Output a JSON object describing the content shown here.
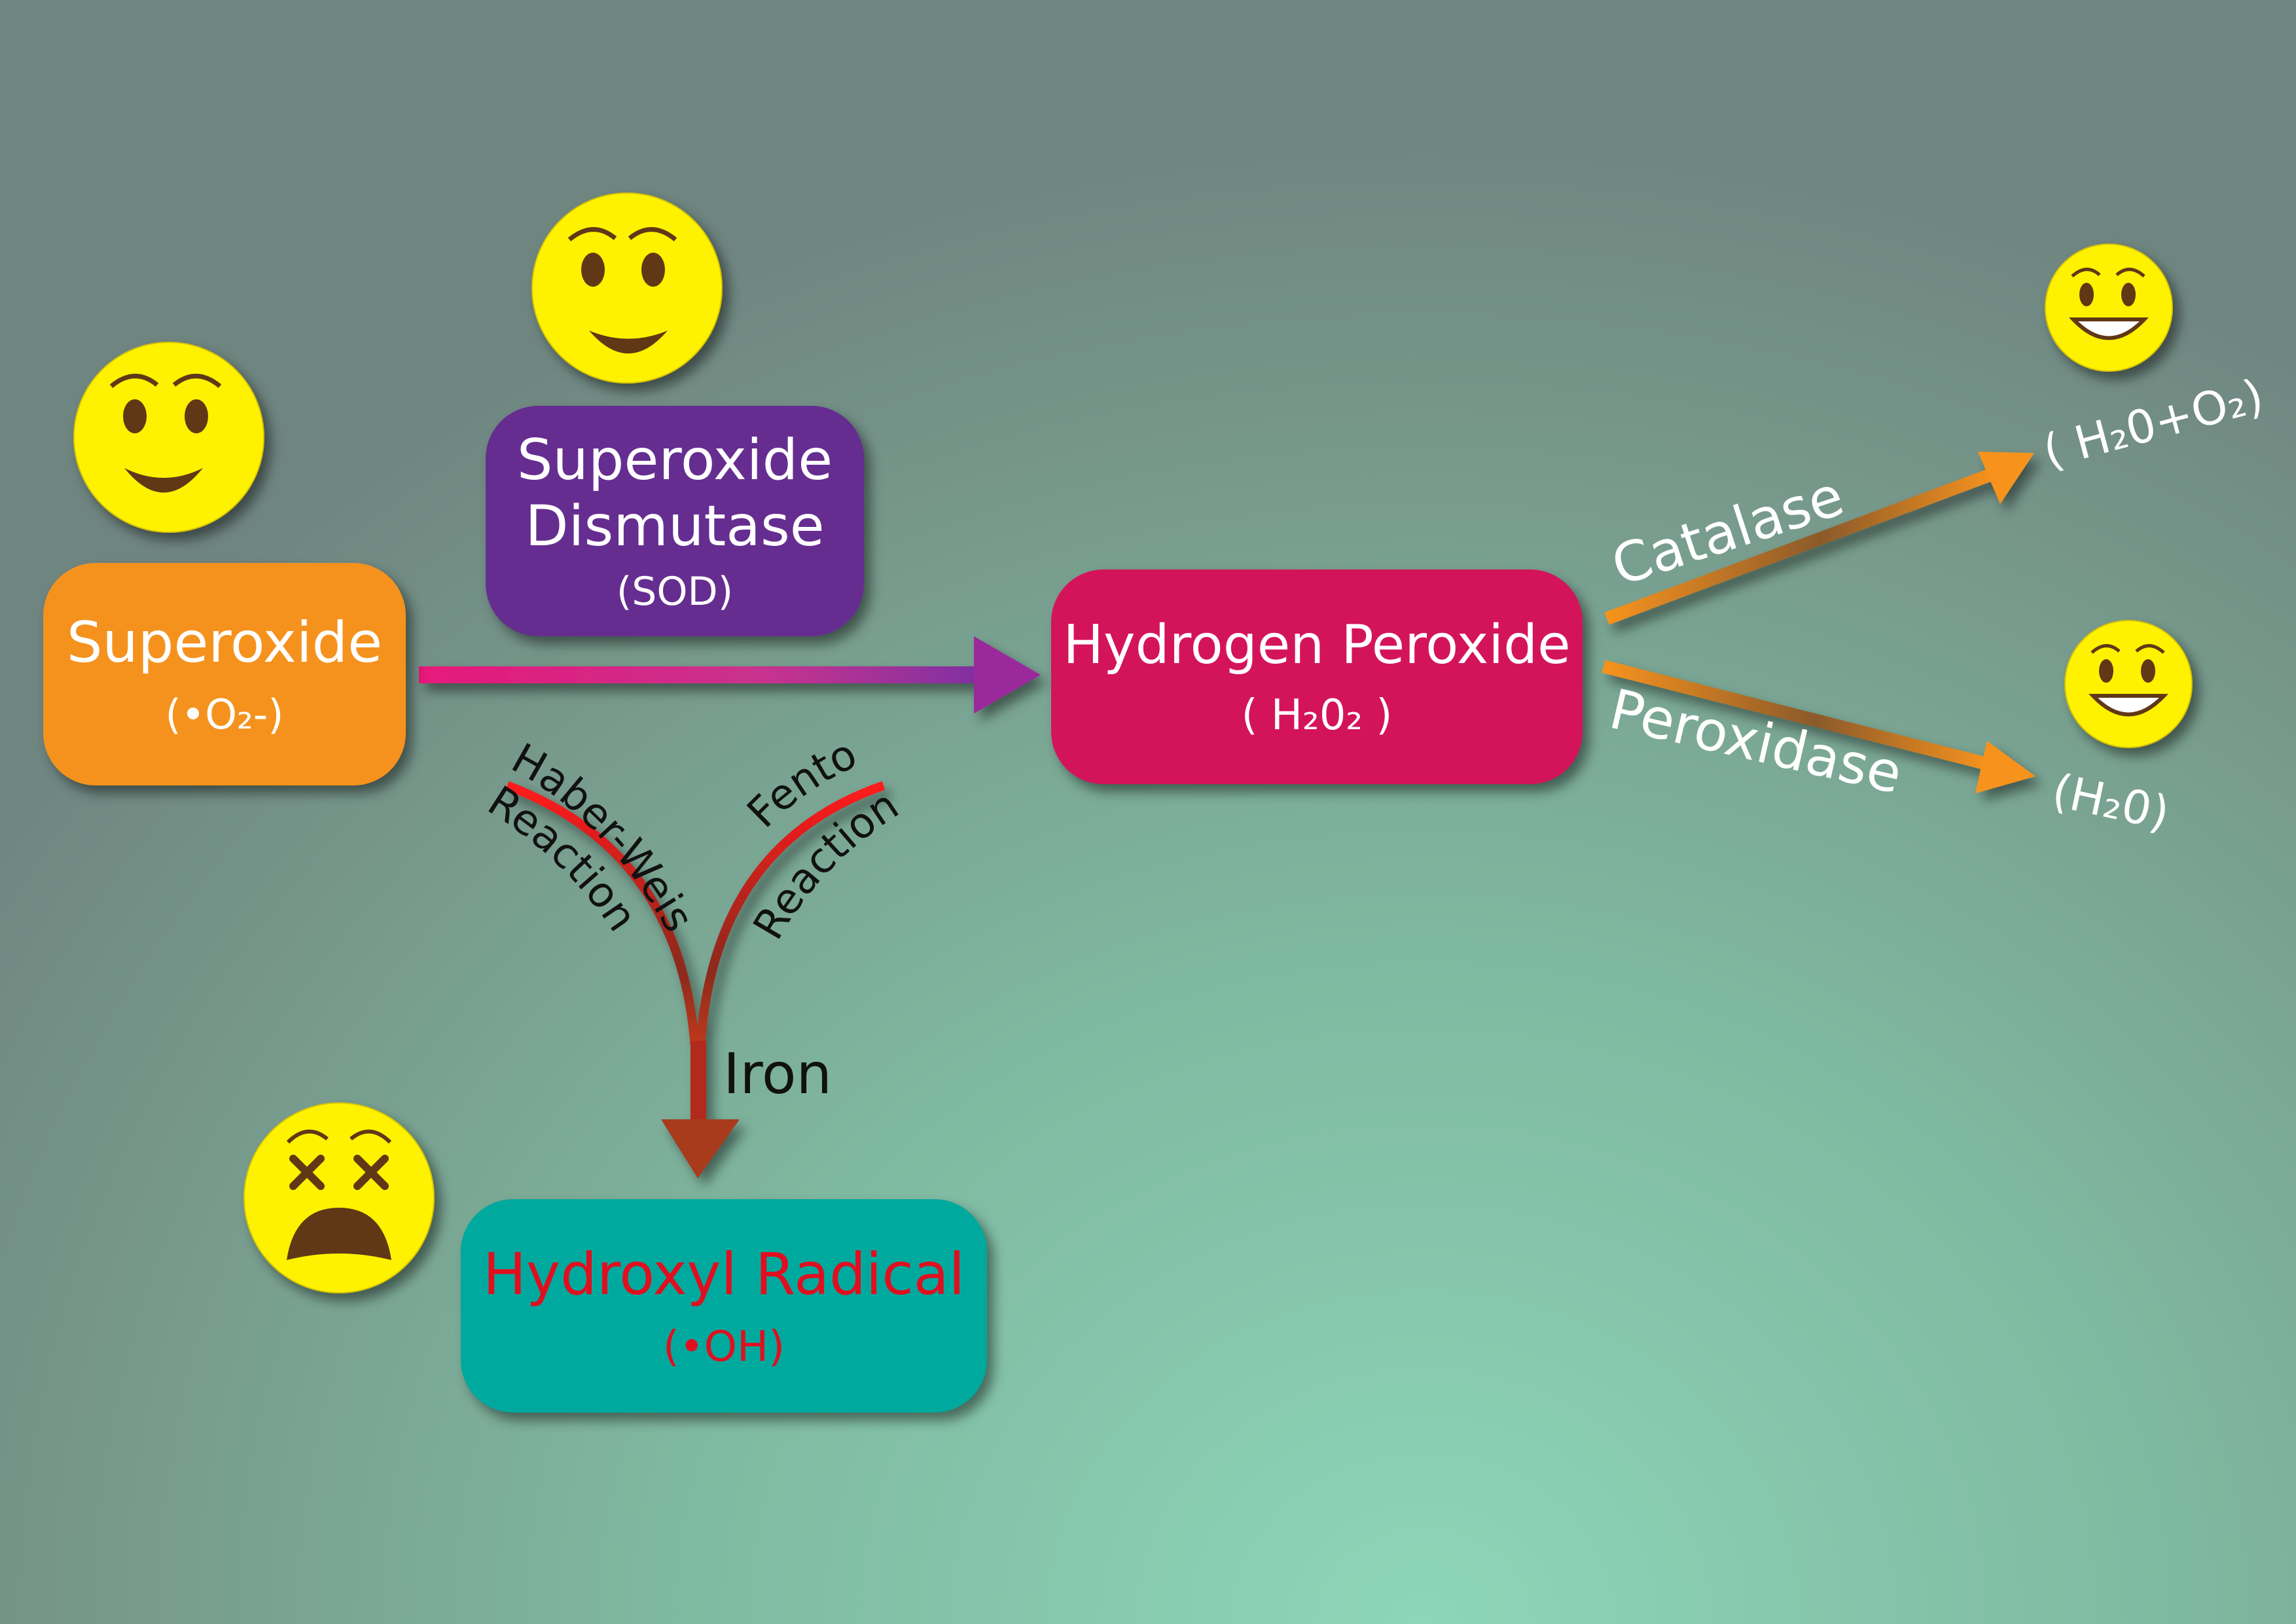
{
  "nodes": {
    "superoxide": {
      "label": "Superoxide",
      "formula": "(•O₂-)",
      "color": "#f5921e"
    },
    "sod": {
      "label_line1": "Superoxide",
      "label_line2": "Dismutase",
      "abbr": "(SOD)",
      "color": "#662d91"
    },
    "hydrogen_peroxide": {
      "label": "Hydrogen Peroxide",
      "formula": "( H₂0₂ )",
      "color": "#d4145a"
    },
    "hydroxyl_radical": {
      "label": "Hydroxyl Radical",
      "formula": "(•OH)",
      "color": "#00a99d"
    }
  },
  "edges": {
    "catalase": {
      "label": "Catalase",
      "product": "( H₂0+O₂)"
    },
    "peroxidase": {
      "label": "Peroxidase",
      "product": "(H₂0)"
    },
    "haber_weiss": {
      "line1": "Haber-Weiss",
      "line2": "Reaction"
    },
    "fenton": {
      "line1": "Fenton",
      "line2": "Reaction"
    },
    "iron": {
      "label": "Iron"
    }
  },
  "icons": [
    "smiley-face-icon",
    "smiley-face-icon",
    "grinning-face-icon",
    "grinning-face-icon",
    "dizzy-face-icon"
  ]
}
